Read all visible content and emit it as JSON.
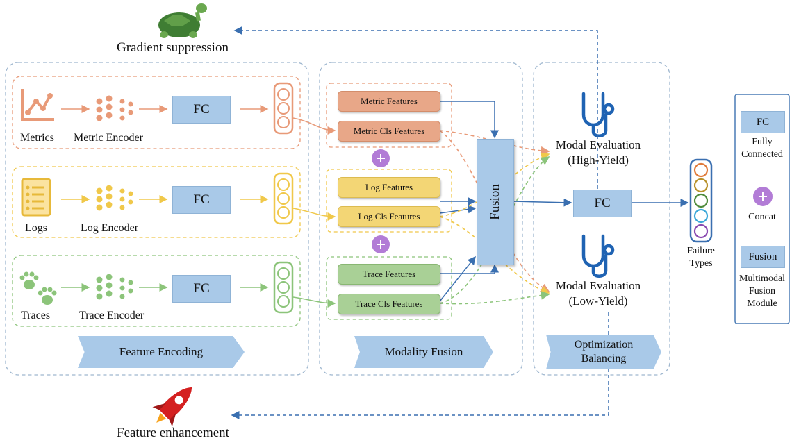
{
  "top": {
    "gradient_suppression": "Gradient suppression",
    "feature_enhancement": "Feature enhancement"
  },
  "encoding": {
    "rows": [
      {
        "input": "Metrics",
        "encoder": "Metric Encoder",
        "fc": "FC",
        "color": "#e89a78"
      },
      {
        "input": "Logs",
        "encoder": "Log Encoder",
        "fc": "FC",
        "color": "#f0c84a"
      },
      {
        "input": "Traces",
        "encoder": "Trace Encoder",
        "fc": "FC",
        "color": "#8cc47a"
      }
    ],
    "banner": "Feature Encoding"
  },
  "fusion_panel": {
    "metric_features": "Metric Features",
    "metric_cls": "Metric Cls Features",
    "log_features": "Log Features",
    "log_cls": "Log Cls Features",
    "trace_features": "Trace Features",
    "trace_cls": "Trace Cls Features",
    "fusion": "Fusion",
    "banner": "Modality Fusion"
  },
  "optimization": {
    "high_title": "Modal Evaluation",
    "high_sub": "(High-Yield)",
    "low_title": "Modal Evaluation",
    "low_sub": "(Low-Yield)",
    "fc": "FC",
    "banner_line1": "Optimization",
    "banner_line2": "Balancing"
  },
  "output": {
    "label_line1": "Failure",
    "label_line2": "Types"
  },
  "legend": {
    "fc": "FC",
    "fc_desc_1": "Fully",
    "fc_desc_2": "Connected",
    "concat_desc": "Concat",
    "fusion": "Fusion",
    "fusion_desc_1": "Multimodal",
    "fusion_desc_2": "Fusion",
    "fusion_desc_3": "Module"
  },
  "colors": {
    "metric": "#e89a78",
    "log": "#f0c84a",
    "trace": "#8cc47a",
    "blue": "#a9c9e8",
    "arrow_blue": "#3a6fb0",
    "icon_blue": "#1f63b3",
    "concat": "#b27cd6",
    "rocket": "#d42020",
    "turtle": "#3f7d33"
  },
  "icons": [
    "turtle-icon",
    "rocket-icon",
    "stethoscope-icon",
    "metrics-chart-icon",
    "log-document-icon",
    "paw-prints-icon",
    "plus-icon"
  ]
}
